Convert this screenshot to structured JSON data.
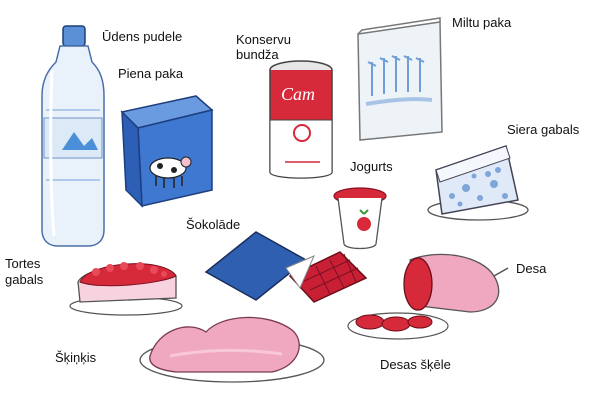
{
  "labels": {
    "water_bottle": "Ūdens pudele",
    "milk_carton": "Piena paka",
    "can_line1": "Konservu",
    "can_line2": "bundža",
    "flour_bag": "Miltu paka",
    "cheese": "Siera gabals",
    "yogurt": "Jogurts",
    "chocolate": "Šokolāde",
    "cake_line1": "Tortes",
    "cake_line2": "gabals",
    "sausage": "Desa",
    "ham": "Šķiņķis",
    "sausage_slice": "Desas šķēle"
  },
  "can_text": "Cam",
  "colors": {
    "blue": "#2f5fb0",
    "red": "#d62a3a",
    "pink": "#f0a8c0",
    "cheese_blue": "#7ea6d8"
  }
}
